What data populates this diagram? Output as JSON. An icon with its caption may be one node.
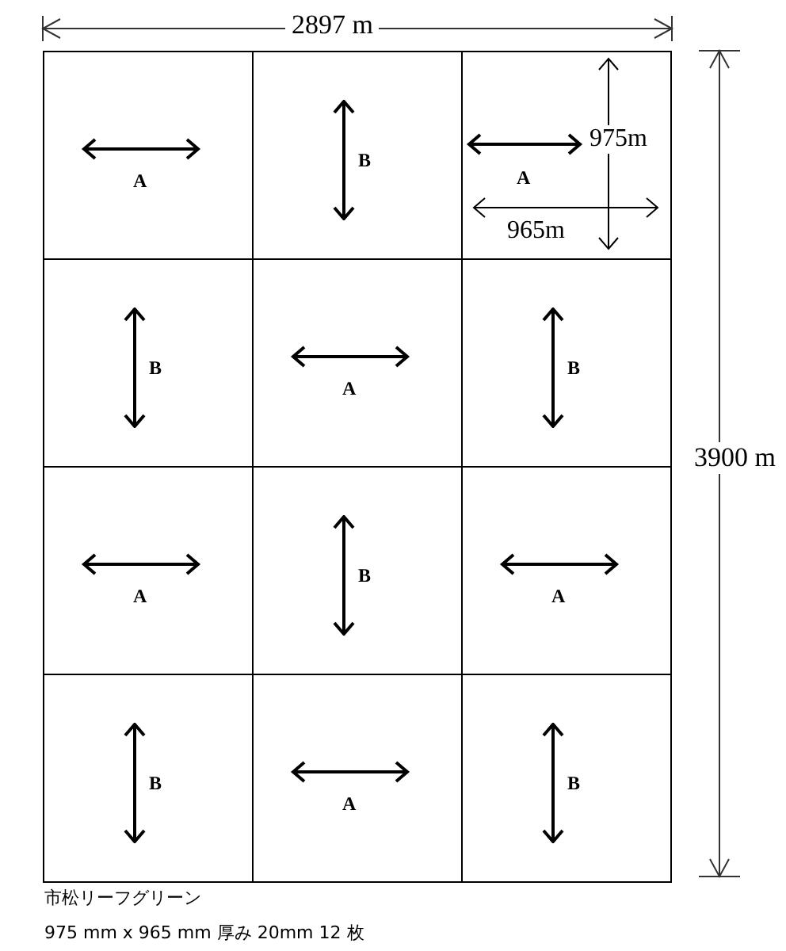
{
  "diagram": {
    "nodes": [
      {
        "text": [
          "A"
        ]
      },
      {
        "text": [
          "B"
        ]
      },
      {
        "text": [
          "A"
        ]
      },
      {
        "text": [
          "B"
        ]
      },
      {
        "text": [
          "A"
        ]
      },
      {
        "text": [
          "B"
        ]
      },
      {
        "text": [
          "A"
        ]
      },
      {
        "text": [
          "B"
        ]
      },
      {
        "text": [
          "A"
        ]
      },
      {
        "text": [
          "B"
        ]
      },
      {
        "text": [
          "A"
        ]
      },
      {
        "text": [
          "B"
        ]
      }
    ],
    "edges": [],
    "labels": [
      "2897 m",
      "975m",
      "965m",
      "3900 m",
      "市松リーフグリーン",
      "975 mm x 965 mm 厚み 20mm 12 枚"
    ]
  }
}
